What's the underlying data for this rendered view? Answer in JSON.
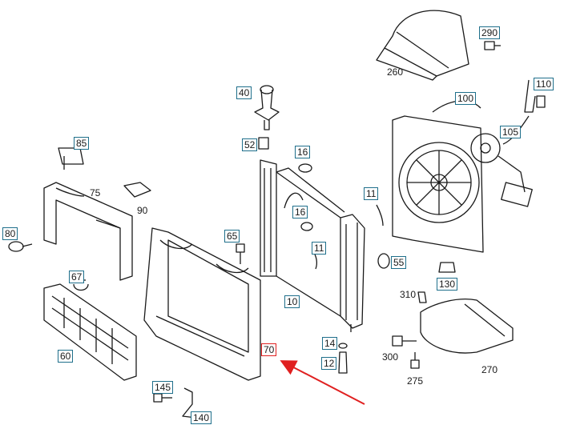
{
  "callouts": {
    "c290": "290",
    "c260": "260",
    "c110": "110",
    "c100": "100",
    "c105": "105",
    "c40": "40",
    "c52": "52",
    "c16a": "16",
    "c85": "85",
    "c75": "75",
    "c90": "90",
    "c11a": "11",
    "c16b": "16",
    "c80": "80",
    "c65": "65",
    "c11b": "11",
    "c55": "55",
    "c67": "67",
    "c130": "130",
    "c310": "310",
    "c10": "10",
    "c60": "60",
    "c14": "14",
    "c70": "70",
    "c300": "300",
    "c12": "12",
    "c270": "270",
    "c275": "275",
    "c145": "145",
    "c140": "140"
  },
  "colors": {
    "callout_box": "#1f6f8b",
    "highlight": "#e02020",
    "line": "#1a1a1a"
  },
  "highlighted_part": "70"
}
